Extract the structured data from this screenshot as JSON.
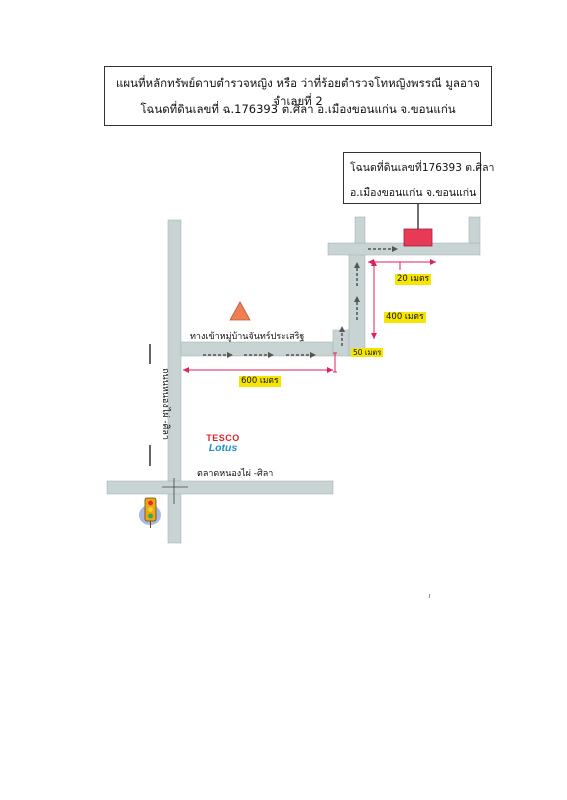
{
  "title": {
    "line1": "แผนที่หลักทรัพย์ดาบตำรวจหญิง หรือ ว่าที่ร้อยตำรวจโทหญิงพรรณี  มูลอาจ  จำเลยที่ 2",
    "line2": "โฉนดที่ดินเลขที่ ฉ.176393  ต.ศิลา  อ.เมืองขอนแก่น  จ.ขอนแก่น"
  },
  "deed_box": {
    "line1": "โฉนดที่ดินเลขที่176393  ต.ศิลา",
    "line2": "อ.เมืองขอนแก่น  จ.ขอนแก่น"
  },
  "labels": {
    "village_entrance": "ทางเข้าหมู่บ้านจันทร์ประเสริฐ",
    "main_road": "ถนนหนองไผ่ -ศิลา",
    "market": "ตลาดหนองไผ่ -ศิลา"
  },
  "distances": {
    "d600": "600 เมตร",
    "d50": "50 เมตร",
    "d400": "400 เมตร",
    "d20": "20 เมตร"
  },
  "logo": {
    "top": "TESCO",
    "bottom": "Lotus"
  },
  "colors": {
    "road": "#c8d3d3",
    "road_edge": "#aab6b6",
    "plot": "#e63a57",
    "measure": "#e0205a",
    "highlight": "#f5e500",
    "landmark": "#ee7f53",
    "arrow": "#555555"
  },
  "icons": [
    "traffic-light-icon",
    "triangle-landmark-icon",
    "plot-marker-icon"
  ]
}
